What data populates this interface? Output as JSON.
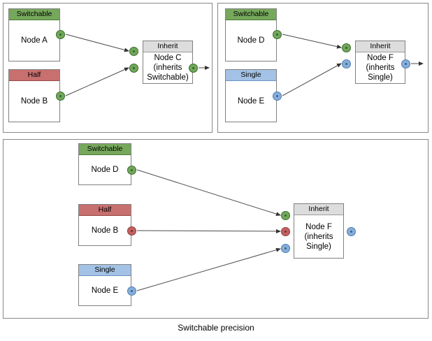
{
  "diagram": {
    "caption": "Switchable precision",
    "colors": {
      "switchable": "#76a85c",
      "half": "#c8706f",
      "single": "#a3c2e5",
      "inherit": "#dddddd",
      "panel_border": "#888888",
      "node_border": "#808080",
      "edge": "#4d4d4d"
    },
    "labels": {
      "switchable": "Switchable",
      "half": "Half",
      "single": "Single",
      "inherit": "Inherit"
    },
    "panels": [
      {
        "id": "panel-top-left",
        "nodes": [
          {
            "id": "node-a",
            "header": "Switchable",
            "kind": "green",
            "body_lines": [
              "Node A"
            ]
          },
          {
            "id": "node-b",
            "header": "Half",
            "kind": "red",
            "body_lines": [
              "Node B"
            ]
          },
          {
            "id": "node-c",
            "header": "Inherit",
            "kind": "gray",
            "body_lines": [
              "Node C",
              "(inherits",
              "Switchable)"
            ]
          }
        ]
      },
      {
        "id": "panel-top-right",
        "nodes": [
          {
            "id": "node-d",
            "header": "Switchable",
            "kind": "green",
            "body_lines": [
              "Node D"
            ]
          },
          {
            "id": "node-e",
            "header": "Single",
            "kind": "blue",
            "body_lines": [
              "Node E"
            ]
          },
          {
            "id": "node-f",
            "header": "Inherit",
            "kind": "gray",
            "body_lines": [
              "Node F",
              "(inherits",
              "Single)"
            ]
          }
        ]
      },
      {
        "id": "panel-bottom",
        "nodes": [
          {
            "id": "node-d2",
            "header": "Switchable",
            "kind": "green",
            "body_lines": [
              "Node D"
            ]
          },
          {
            "id": "node-b2",
            "header": "Half",
            "kind": "red",
            "body_lines": [
              "Node B"
            ]
          },
          {
            "id": "node-e2",
            "header": "Single",
            "kind": "blue",
            "body_lines": [
              "Node E"
            ]
          },
          {
            "id": "node-f2",
            "header": "Inherit",
            "kind": "gray",
            "body_lines": [
              "Node F",
              "(inherits",
              "Single)"
            ]
          }
        ]
      }
    ]
  }
}
